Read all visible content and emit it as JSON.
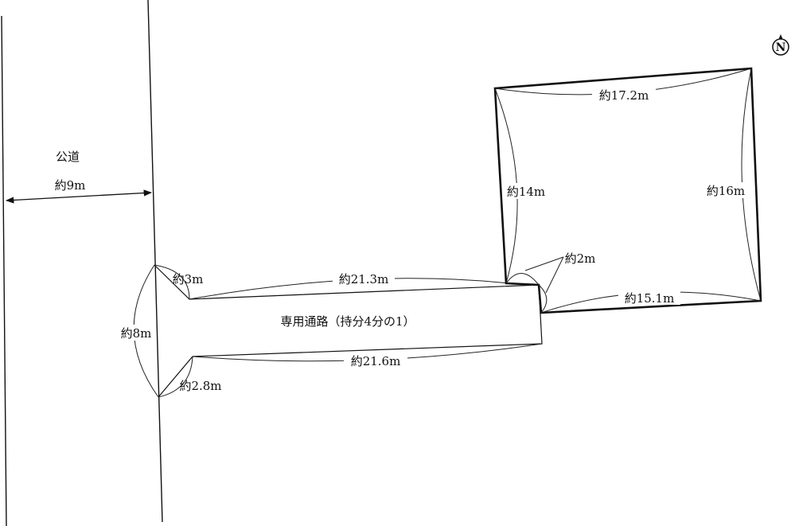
{
  "public_road": {
    "label": "公道",
    "width": "約9m"
  },
  "passage": {
    "label": "専用通路（持分4分の1）",
    "entrance_top": "約3m",
    "entrance_bottom": "約2.8m",
    "entrance_total": "約8m",
    "top_length": "約21.3m",
    "bottom_length": "約21.6m"
  },
  "lot": {
    "top": "約17.2m",
    "left": "約14m",
    "right": "約16m",
    "bottom": "約15.1m",
    "connection": "約2m"
  },
  "compass": {
    "letter": "N"
  }
}
